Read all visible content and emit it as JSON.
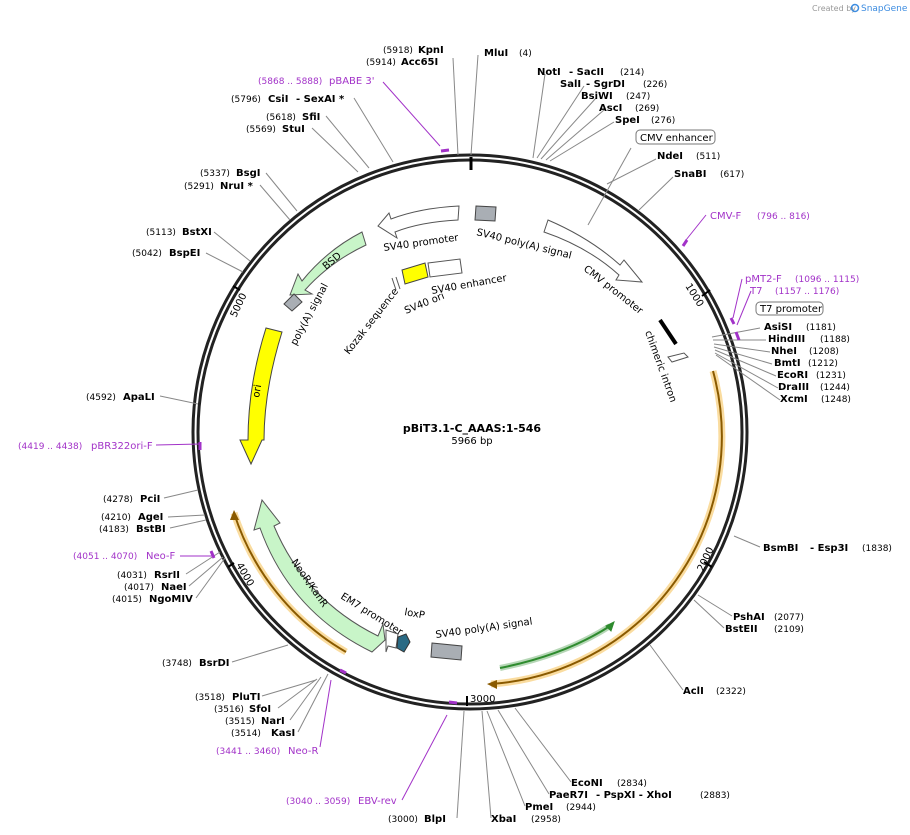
{
  "credit": "Created by",
  "brand": "SnapGene",
  "plasmid": {
    "name": "pBiT3.1-C_AAAS:1-546",
    "size": "5966 bp"
  },
  "ticks": [
    "1000",
    "2000",
    "3000",
    "4000",
    "5000"
  ],
  "enzymes": [
    {
      "name": "KpnI",
      "pos": "(5918)"
    },
    {
      "name": "Acc65I",
      "pos": "(5914)"
    },
    {
      "name": "MluI",
      "pos": "(4)"
    },
    {
      "name": "NotI",
      "sep": "- SacII",
      "pos": "(214)"
    },
    {
      "name": "SalI",
      "sep": "- SgrDI",
      "pos": "(226)"
    },
    {
      "name": "BsiWI",
      "pos": "(247)"
    },
    {
      "name": "AscI",
      "pos": "(269)"
    },
    {
      "name": "SpeI",
      "pos": "(276)"
    },
    {
      "name": "NdeI",
      "pos": "(511)"
    },
    {
      "name": "SnaBI",
      "pos": "(617)"
    },
    {
      "name": "AsiSI",
      "pos": "(1181)"
    },
    {
      "name": "HindIII",
      "pos": "(1188)"
    },
    {
      "name": "NheI",
      "pos": "(1208)"
    },
    {
      "name": "BmtI",
      "pos": "(1212)"
    },
    {
      "name": "EcoRI",
      "pos": "(1231)"
    },
    {
      "name": "DraIII",
      "pos": "(1244)"
    },
    {
      "name": "XcmI",
      "pos": "(1248)"
    },
    {
      "name": "BsmBI",
      "sep": "- Esp3I",
      "pos": "(1838)"
    },
    {
      "name": "PshAI",
      "pos": "(2077)"
    },
    {
      "name": "BstEII",
      "pos": "(2109)"
    },
    {
      "name": "AclI",
      "pos": "(2322)"
    },
    {
      "name": "EcoNI",
      "pos": "(2834)"
    },
    {
      "name": "PaeR7I",
      "sep": "- PspXI - XhoI",
      "pos": "(2883)"
    },
    {
      "name": "PmeI",
      "pos": "(2944)"
    },
    {
      "name": "XbaI",
      "pos": "(2958)"
    },
    {
      "name": "BlpI",
      "pos": "(3000)"
    },
    {
      "name": "KasI",
      "pos": "(3514)"
    },
    {
      "name": "NarI",
      "pos": "(3515)"
    },
    {
      "name": "SfoI",
      "pos": "(3516)"
    },
    {
      "name": "PluTI",
      "pos": "(3518)"
    },
    {
      "name": "BsrDI",
      "pos": "(3748)"
    },
    {
      "name": "NgoMIV",
      "pos": "(4015)"
    },
    {
      "name": "NaeI",
      "pos": "(4017)"
    },
    {
      "name": "RsrII",
      "pos": "(4031)"
    },
    {
      "name": "BstBI",
      "pos": "(4183)"
    },
    {
      "name": "AgeI",
      "pos": "(4210)"
    },
    {
      "name": "PciI",
      "pos": "(4278)"
    },
    {
      "name": "ApaLI",
      "pos": "(4592)"
    },
    {
      "name": "BspEI",
      "pos": "(5042)"
    },
    {
      "name": "BstXI",
      "pos": "(5113)"
    },
    {
      "name": "NruI *",
      "pos": "(5291)"
    },
    {
      "name": "BsgI",
      "pos": "(5337)"
    },
    {
      "name": "StuI",
      "pos": "(5569)"
    },
    {
      "name": "SfiI",
      "pos": "(5618)"
    },
    {
      "name": "CsiI",
      "sep": "- SexAI *",
      "pos": "(5796)"
    }
  ],
  "primers": [
    {
      "name": "pBABE 3'",
      "range": "(5868 .. 5888)"
    },
    {
      "name": "CMV-F",
      "range": "(796 .. 816)"
    },
    {
      "name": "pMT2-F",
      "range": "(1096 .. 1115)"
    },
    {
      "name": "T7",
      "range": "(1157 .. 1176)"
    },
    {
      "name": "pBR322ori-F",
      "range": "(4419 .. 4438)"
    },
    {
      "name": "Neo-F",
      "range": "(4051 .. 4070)"
    },
    {
      "name": "Neo-R",
      "range": "(3441 .. 3460)"
    },
    {
      "name": "EBV-rev",
      "range": "(3040 .. 3059)"
    }
  ],
  "features": {
    "cmv_enhancer_box": "CMV enhancer",
    "t7_promoter_box": "T7 promoter",
    "sv40_promoter": "SV40 promoter",
    "sv40_polya_top": "SV40 poly(A) signal",
    "cmv_promoter": "CMV promoter",
    "chimeric_intron": "chimeric intron",
    "bsd": "BSD",
    "polya_signal": "poly(A) signal",
    "kozak": "Kozak sequence",
    "sv40_ori": "SV40 ori",
    "sv40_enhancer": "SV40 enhancer",
    "ori": "ori",
    "neo_kanr": "NeoR/KanR",
    "em7_promoter": "EM7 promoter",
    "loxp": "loxP",
    "sv40_polya_bottom": "SV40 poly(A) signal"
  },
  "colors": {
    "primer": "#a232c8",
    "ori": "#ffff00",
    "resistance": "#c8f5c8",
    "grey_feature": "#a9aeb4",
    "insert": "#f5c050",
    "gene_green": "#2e8b2e",
    "brand": "#3c8ce0"
  }
}
